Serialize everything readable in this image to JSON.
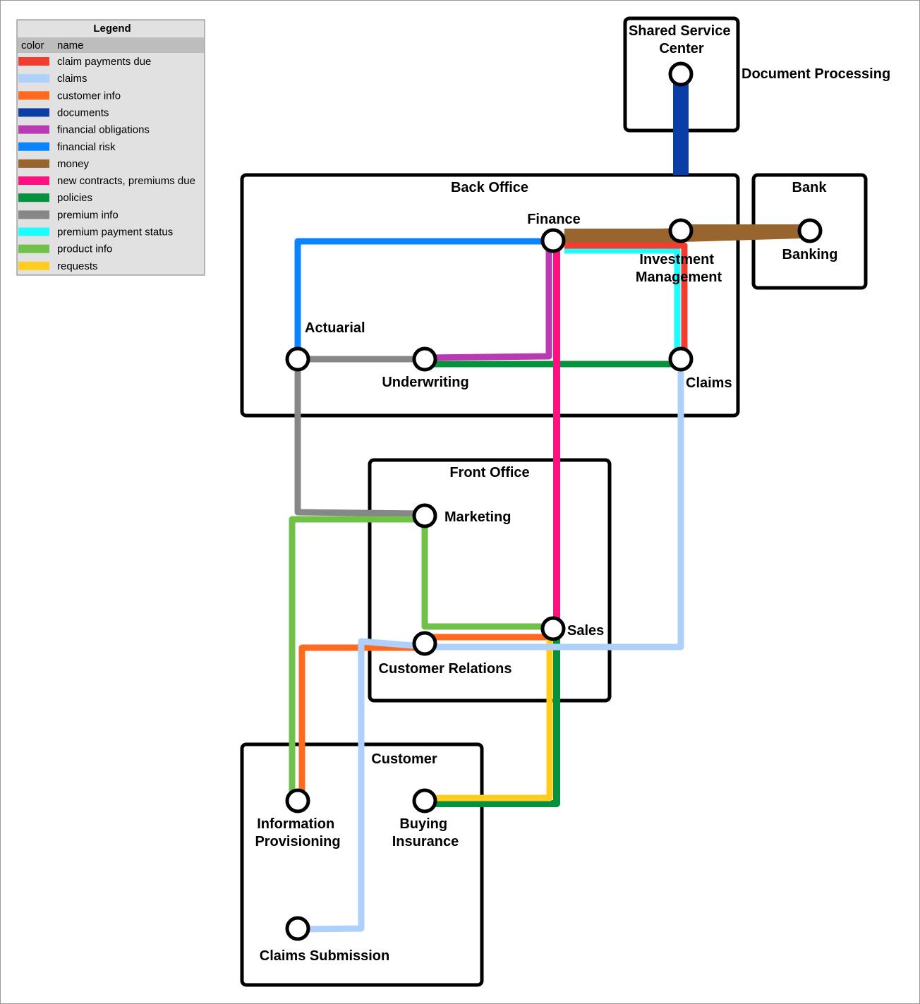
{
  "legend": {
    "title": "Legend",
    "header_color": "color",
    "header_name": "name",
    "items": [
      {
        "id": "claim-payments-due",
        "name": "claim payments due",
        "color": "#f23c30"
      },
      {
        "id": "claims",
        "name": "claims",
        "color": "#afd0fb"
      },
      {
        "id": "customer-info",
        "name": "customer info",
        "color": "#ff6a1f"
      },
      {
        "id": "documents",
        "name": "documents",
        "color": "#0a3ea6"
      },
      {
        "id": "financial-obligations",
        "name": "financial obligations",
        "color": "#b83bb4"
      },
      {
        "id": "financial-risk",
        "name": "financial risk",
        "color": "#0a84ff"
      },
      {
        "id": "money",
        "name": "money",
        "color": "#99652f"
      },
      {
        "id": "new-contracts",
        "name": "new  contracts, premiums due",
        "color": "#ff117f"
      },
      {
        "id": "policies",
        "name": "policies",
        "color": "#06913e"
      },
      {
        "id": "premium-info",
        "name": "premium info",
        "color": "#878787"
      },
      {
        "id": "premium-payment-status",
        "name": "premium payment status",
        "color": "#1dfdff"
      },
      {
        "id": "product-info",
        "name": "product info",
        "color": "#71c049"
      },
      {
        "id": "requests",
        "name": "requests",
        "color": "#ffcd1d"
      }
    ]
  },
  "boxes": [
    {
      "id": "shared-service-center",
      "title": "Shared Service\nCenter"
    },
    {
      "id": "back-office",
      "title": "Back Office"
    },
    {
      "id": "bank",
      "title": "Bank"
    },
    {
      "id": "front-office",
      "title": "Front Office"
    },
    {
      "id": "customer",
      "title": "Customer"
    }
  ],
  "nodes": [
    {
      "id": "document-processing",
      "label": "Document Processing"
    },
    {
      "id": "finance",
      "label": "Finance"
    },
    {
      "id": "investment-management",
      "label": "Investment\nManagement"
    },
    {
      "id": "banking",
      "label": "Banking"
    },
    {
      "id": "actuarial",
      "label": "Actuarial"
    },
    {
      "id": "underwriting",
      "label": "Underwriting"
    },
    {
      "id": "claims",
      "label": "Claims"
    },
    {
      "id": "marketing",
      "label": "Marketing"
    },
    {
      "id": "sales",
      "label": "Sales"
    },
    {
      "id": "customer-relations",
      "label": "Customer Relations"
    },
    {
      "id": "information-provisioning",
      "label": "Information\nProvisioning"
    },
    {
      "id": "buying-insurance",
      "label": "Buying\nInsurance"
    },
    {
      "id": "claims-submission",
      "label": "Claims Submission"
    }
  ],
  "flows": [
    {
      "id": "documents",
      "from": "Document Processing",
      "to": "Back Office",
      "color": "#0a3ea6"
    },
    {
      "id": "money",
      "from": "Finance",
      "to": "Banking",
      "color": "#99652f"
    },
    {
      "id": "financial-risk",
      "from": "Finance",
      "to": "Actuarial",
      "color": "#0a84ff"
    },
    {
      "id": "premium-info-1",
      "from": "Actuarial",
      "to": "Underwriting",
      "color": "#878787"
    },
    {
      "id": "premium-info-2",
      "from": "Actuarial",
      "to": "Marketing",
      "color": "#878787"
    },
    {
      "id": "financial-obligations",
      "from": "Underwriting",
      "to": "Finance",
      "color": "#b83bb4"
    },
    {
      "id": "policies-1",
      "from": "Underwriting",
      "to": "Claims",
      "color": "#06913e"
    },
    {
      "id": "claim-payments-due",
      "from": "Finance",
      "to": "Claims",
      "color": "#f23c30"
    },
    {
      "id": "premium-payment-status",
      "from": "Finance",
      "to": "Claims",
      "color": "#1dfdff"
    },
    {
      "id": "new-contracts",
      "from": "Finance",
      "to": "Sales",
      "color": "#ff117f"
    },
    {
      "id": "product-info-1",
      "from": "Marketing",
      "to": "Sales",
      "color": "#71c049"
    },
    {
      "id": "product-info-2",
      "from": "Marketing",
      "to": "Information Provisioning",
      "color": "#71c049"
    },
    {
      "id": "customer-info-1",
      "from": "Sales",
      "to": "Customer Relations",
      "color": "#ff6a1f"
    },
    {
      "id": "customer-info-2",
      "from": "Customer Relations",
      "to": "Information Provisioning",
      "color": "#ff6a1f"
    },
    {
      "id": "claims-1",
      "from": "Claims",
      "to": "Customer Relations",
      "color": "#afd0fb"
    },
    {
      "id": "claims-2",
      "from": "Customer Relations",
      "to": "Claims Submission",
      "color": "#afd0fb"
    },
    {
      "id": "requests",
      "from": "Sales",
      "to": "Buying Insurance",
      "color": "#ffcd1d"
    },
    {
      "id": "policies-2",
      "from": "Sales",
      "to": "Buying Insurance",
      "color": "#06913e"
    }
  ]
}
